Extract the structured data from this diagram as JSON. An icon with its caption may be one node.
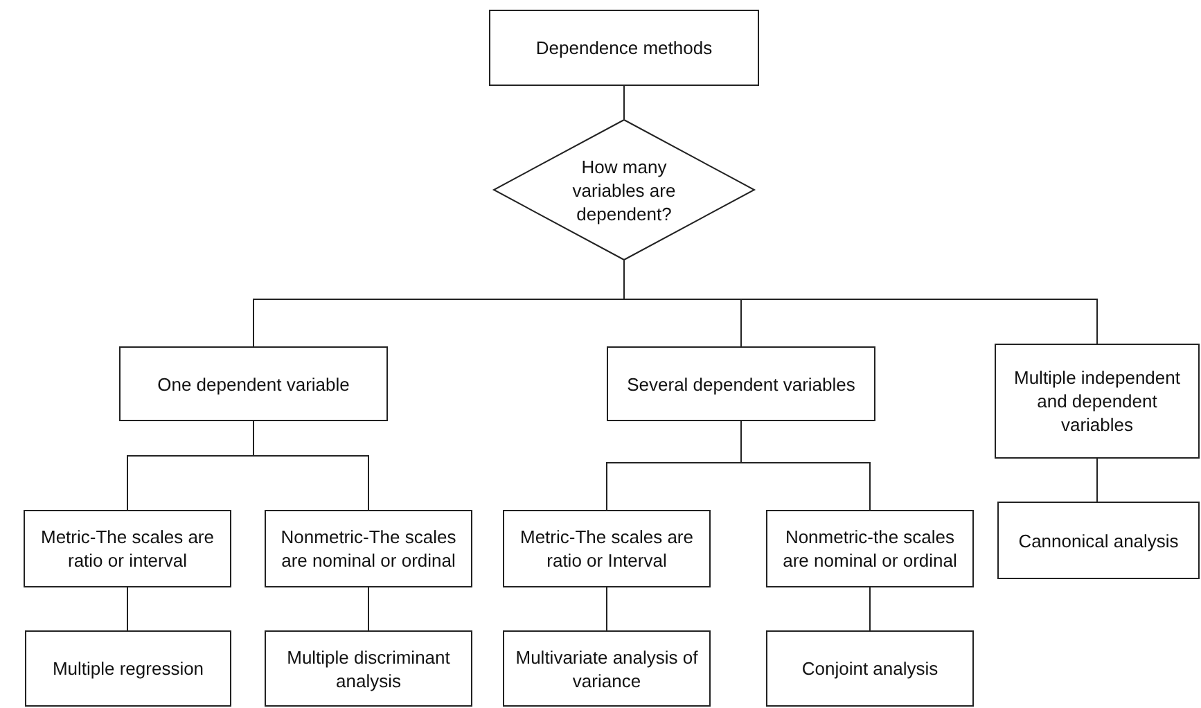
{
  "diagram": {
    "nodes": [
      {
        "text": [
          "Dependence methods"
        ]
      },
      {
        "text": [
          "How many variables are dependent?"
        ]
      },
      {
        "text": [
          "One dependent variable"
        ]
      },
      {
        "text": [
          "Several dependent variables"
        ]
      },
      {
        "text": [
          "Multiple independent and dependent variables"
        ]
      },
      {
        "text": [
          "Metric-The scales are ratio or interval"
        ]
      },
      {
        "text": [
          "Nonmetric-The scales are nominal or ordinal"
        ]
      },
      {
        "text": [
          "Metric-The scales are ratio or Interval"
        ]
      },
      {
        "text": [
          "Nonmetric-the scales are nominal or ordinal"
        ]
      },
      {
        "text": [
          "Cannonical analysis"
        ]
      },
      {
        "text": [
          "Multiple regression"
        ]
      },
      {
        "text": [
          "Multiple discriminant analysis"
        ]
      },
      {
        "text": [
          "Multivariate analysis of variance"
        ]
      },
      {
        "text": [
          "Conjoint analysis"
        ]
      }
    ],
    "edges": [
      {
        "from": 0,
        "to": 1,
        "arrow": "none"
      },
      {
        "from": 1,
        "to": 2,
        "arrow": "none"
      },
      {
        "from": 1,
        "to": 3,
        "arrow": "none"
      },
      {
        "from": 1,
        "to": 4,
        "arrow": "none"
      },
      {
        "from": 2,
        "to": 5,
        "arrow": "none"
      },
      {
        "from": 2,
        "to": 6,
        "arrow": "none"
      },
      {
        "from": 3,
        "to": 7,
        "arrow": "none"
      },
      {
        "from": 3,
        "to": 8,
        "arrow": "none"
      },
      {
        "from": 4,
        "to": 9,
        "arrow": "none"
      },
      {
        "from": 5,
        "to": 10,
        "arrow": "none"
      },
      {
        "from": 6,
        "to": 11,
        "arrow": "none"
      },
      {
        "from": 7,
        "to": 12,
        "arrow": "none"
      },
      {
        "from": 8,
        "to": 13,
        "arrow": "none"
      }
    ]
  }
}
